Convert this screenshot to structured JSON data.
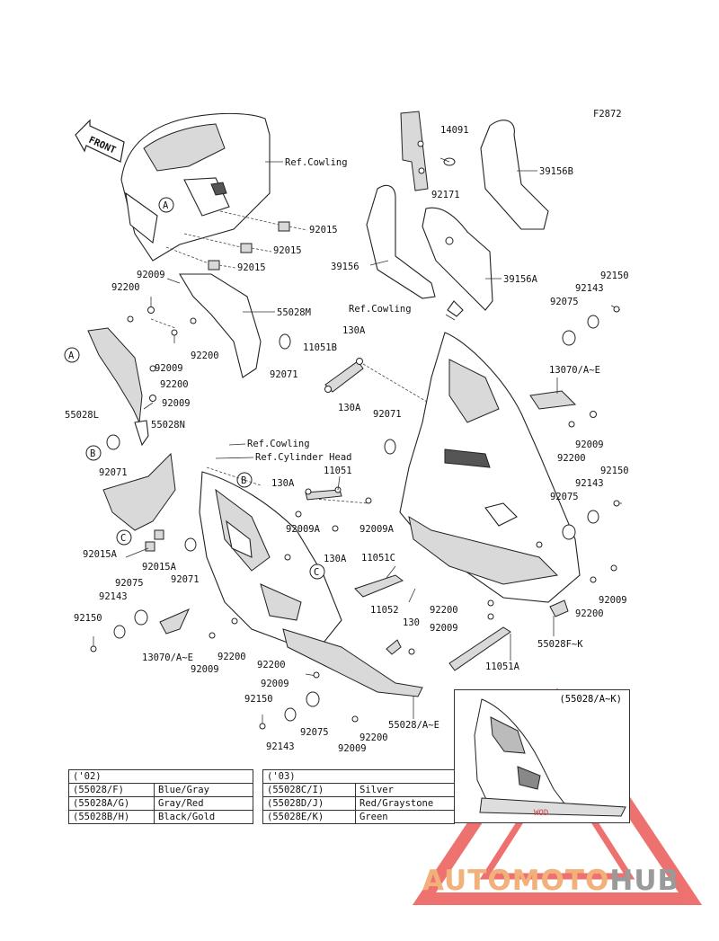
{
  "figure_code": "F2872",
  "front_arrow_label": "FRONT",
  "labels": {
    "p14091": "14091",
    "p92171": "92171",
    "p39156B": "39156B",
    "p39156": "39156",
    "p39156A": "39156A",
    "ref_cowling_1": "Ref.Cowling",
    "ref_cowling_2": "Ref.Cowling",
    "ref_cowling_3": "Ref.Cowling",
    "ref_cyl_head": "Ref.Cylinder Head",
    "p92015_a": "92015",
    "p92015_b": "92015",
    "p92015_c": "92015",
    "p92009_a": "92009",
    "p92200_a": "92200",
    "p55028M": "55028M",
    "p92200_b": "92200",
    "p92009_b": "92009",
    "p92071_a": "92071",
    "p92200_c": "92200",
    "p92009_c": "92009",
    "p55028L": "55028L",
    "p55028N": "55028N",
    "p130A_a": "130A",
    "p11051B": "11051B",
    "p130A_b": "130A",
    "p92071_b": "92071",
    "p92150_a": "92150",
    "p92143_a": "92143",
    "p92075_a": "92075",
    "p13070_a": "13070/A~E",
    "p92009_d": "92009",
    "p92200_d": "92200",
    "p92150_b": "92150",
    "p92143_b": "92143",
    "p92075_b": "92075",
    "p92071_c": "92071",
    "p11051": "11051",
    "p130A_c": "130A",
    "p92009A_a": "92009A",
    "p92009A_b": "92009A",
    "p130A_d": "130A",
    "p92015A_a": "92015A",
    "p92015A_b": "92015A",
    "p92071_d": "92071",
    "p92075_c": "92075",
    "p92143_c": "92143",
    "p92150_c": "92150",
    "p13070_b": "13070/A~E",
    "p92009_e": "92009",
    "p92200_e": "92200",
    "p11051C": "11051C",
    "p11052": "11052",
    "p92200_f": "92200",
    "p92009_f": "92009",
    "p92009_g": "92009",
    "p92200_g": "92200",
    "p55028FK": "55028F~K",
    "p130": "130",
    "p11051A": "11051A",
    "p92200_h": "92200",
    "p92009_h": "92009",
    "p92150_d": "92150",
    "p92143_d": "92143",
    "p92075_d": "92075",
    "p92009_i": "92009",
    "p92200_i": "92200",
    "p55028AE": "55028/A~E"
  },
  "callouts": {
    "A1": "A",
    "A2": "A",
    "B1": "B",
    "B2": "B",
    "C1": "C",
    "C2": "C"
  },
  "inset": {
    "title": "(55028/A~K)",
    "watermark_small": "WOD"
  },
  "color_tables": {
    "y02": {
      "header": "('02)",
      "rows": [
        {
          "code": "(55028/F)",
          "color": "Blue/Gray"
        },
        {
          "code": "(55028A/G)",
          "color": "Gray/Red"
        },
        {
          "code": "(55028B/H)",
          "color": "Black/Gold"
        }
      ]
    },
    "y03": {
      "header": "('03)",
      "rows": [
        {
          "code": "(55028C/I)",
          "color": "Silver"
        },
        {
          "code": "(55028D/J)",
          "color": "Red/Graystone"
        },
        {
          "code": "(55028E/K)",
          "color": "Green"
        }
      ]
    }
  },
  "watermark": {
    "part1": "AUTOMOTO",
    "part2": "HUB",
    "color_primary": "#f2b07a",
    "color_secondary": "#9a9a9a",
    "triangle_color": "#e8433f"
  }
}
